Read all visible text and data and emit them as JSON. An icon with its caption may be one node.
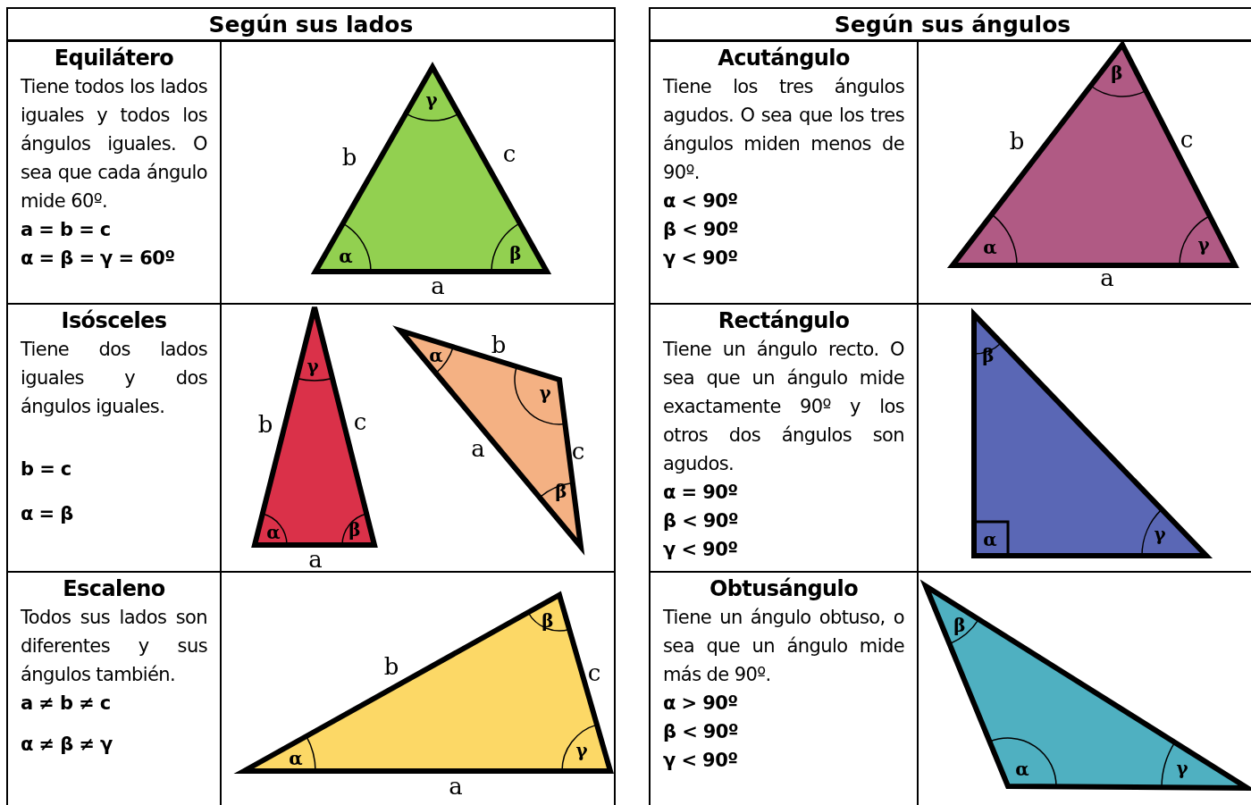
{
  "diagram": {
    "nodes": [
      {
        "text": [
          "Según sus lados"
        ]
      },
      {
        "text": [
          "Según sus ángulos"
        ]
      },
      {
        "text": [
          "Equilátero",
          "Tiene todos los lados iguales y todos los ángulos iguales. O sea que cada ángulo mide 60º.",
          "a = b = c",
          "α = β = γ = 60º"
        ]
      },
      {
        "text": [
          "γ",
          "b",
          "c",
          "α",
          "β",
          "a"
        ]
      },
      {
        "text": [
          "Acutángulo",
          "Tiene los tres ángulos agudos. O sea que los tres ángulos miden menos de 90º.",
          "α < 90º",
          "β < 90º",
          "γ < 90º"
        ]
      },
      {
        "text": [
          "β",
          "b",
          "c",
          "α",
          "γ",
          "a"
        ]
      },
      {
        "text": [
          "Isósceles",
          "Tiene dos lados iguales y dos ángulos iguales.",
          "b = c",
          "α = β"
        ]
      },
      {
        "text": [
          "γ",
          "b",
          "c",
          "α",
          "β",
          "a"
        ]
      },
      {
        "text": [
          "α",
          "b",
          "γ",
          "a",
          "c",
          "β"
        ]
      },
      {
        "text": [
          "Rectángulo",
          "Tiene un ángulo recto. O sea que un ángulo mide exactamente 90º y los otros dos ángulos son agudos.",
          "α = 90º",
          "β < 90º",
          "γ < 90º"
        ]
      },
      {
        "text": [
          "β",
          "α",
          "γ"
        ]
      },
      {
        "text": [
          "Escaleno",
          "Todos sus lados son diferentes y sus ángulos también.",
          "a ≠ b ≠ c",
          "α ≠ β ≠ γ"
        ]
      },
      {
        "text": [
          "β",
          "b",
          "c",
          "α",
          "γ",
          "a"
        ]
      },
      {
        "text": [
          "Obtusángulo",
          "Tiene un ángulo obtuso, o sea que un ángulo mide más de 90º.",
          "α > 90º",
          "β < 90º",
          "γ < 90º"
        ]
      },
      {
        "text": [
          "β",
          "α",
          "γ"
        ]
      }
    ]
  }
}
